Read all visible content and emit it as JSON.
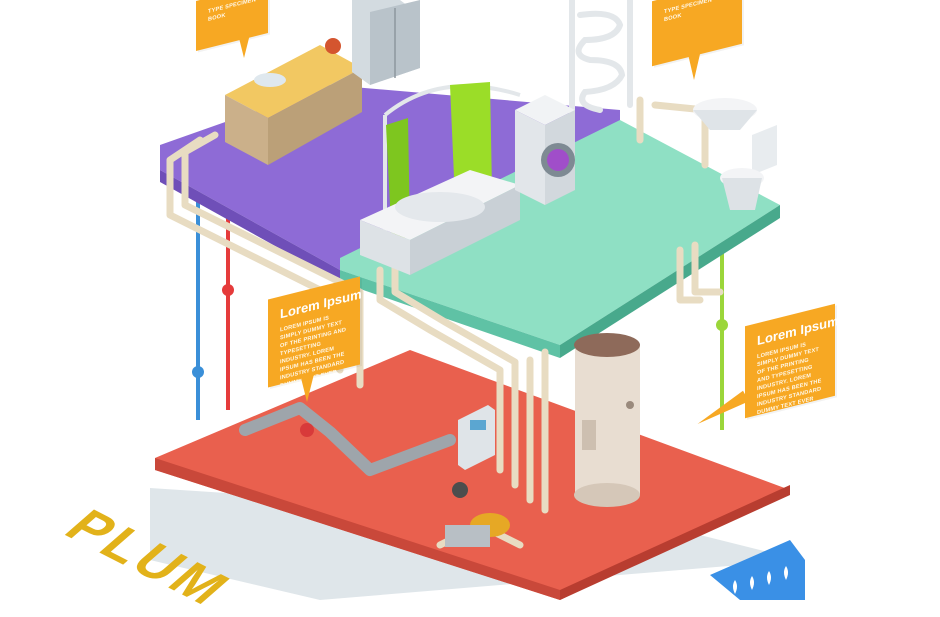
{
  "colors": {
    "upper_floor": "#8e6bd6",
    "middle_floor": "#8fe0c4",
    "lower_floor": "#e9604e",
    "callout": "#f7a823",
    "banner_text": "#e2b21a",
    "drop_badge": "#3a90e6"
  },
  "callouts": [
    {
      "id": "top-left",
      "title": "",
      "body": "type specimen book"
    },
    {
      "id": "top-right",
      "title": "",
      "body": "type specimen book"
    },
    {
      "id": "mid-left",
      "title": "Lorem Ipsum",
      "body": "Lorem Ipsum is simply dummy text of the printing and typesetting industry. Lorem Ipsum has been the industry standard dummy text ever since the 1500s, when an unknown printer took a galley of type and scrambled it to make a type specimen book"
    },
    {
      "id": "right",
      "title": "Lorem Ipsum",
      "body": "Lorem Ipsum is simply dummy text of the printing and typesetting industry. Lorem Ipsum has been the industry standard dummy text ever since the 1500s, when an unknown printer took a galley of type and scrambled it to make a type specimen book"
    }
  ],
  "banner": {
    "text": "PLUM"
  },
  "icons": {
    "kitchen": "kitchen-cabinet-icon",
    "fridge": "refrigerator-icon",
    "towel": "towel-radiator-icon",
    "bath": "bathtub-icon",
    "washer": "washing-machine-icon",
    "sink": "washbasin-icon",
    "toilet": "toilet-icon",
    "boiler": "water-heater-icon",
    "pump": "water-pump-icon",
    "meter": "water-meter-icon",
    "drops": "water-drops-icon"
  }
}
